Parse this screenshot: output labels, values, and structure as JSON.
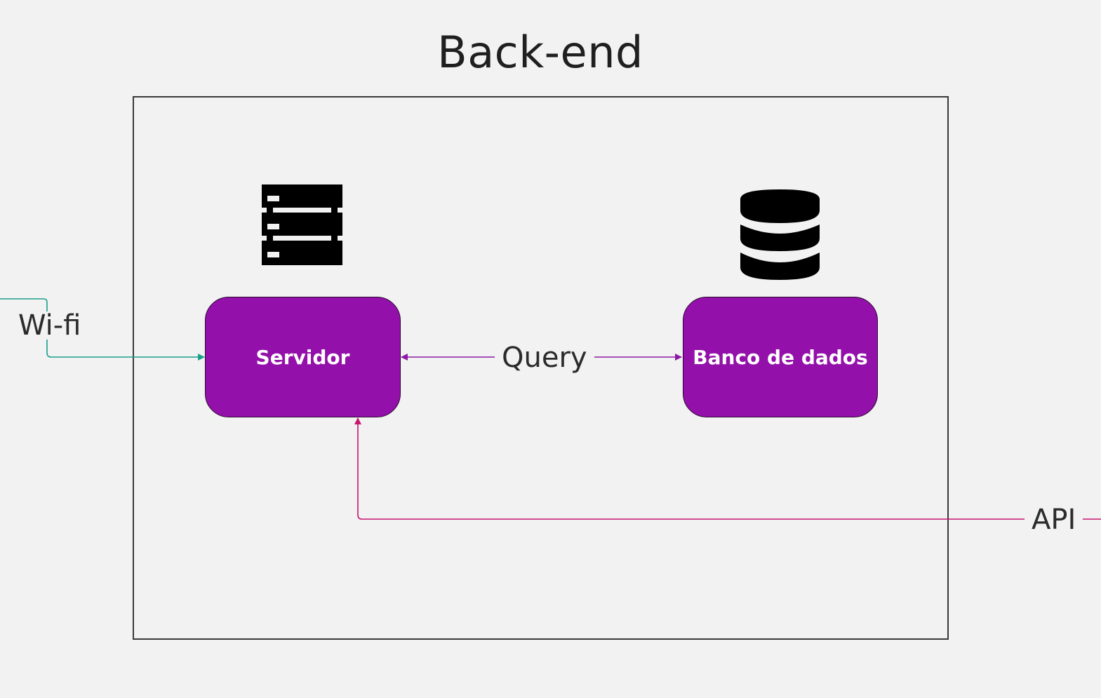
{
  "title": "Back-end",
  "nodes": {
    "server": {
      "label": "Servidor",
      "icon": "server-icon"
    },
    "database": {
      "label": "Banco de dados",
      "icon": "database-icon"
    }
  },
  "edges": {
    "wifi": {
      "label": "Wi-fi",
      "color": "#1aa08a"
    },
    "query": {
      "label": "Query",
      "color": "#8c1aa6"
    },
    "api": {
      "label": "API",
      "color": "#c8156e"
    }
  },
  "colors": {
    "node_fill": "#9410aa",
    "background": "#f2f2f2"
  }
}
